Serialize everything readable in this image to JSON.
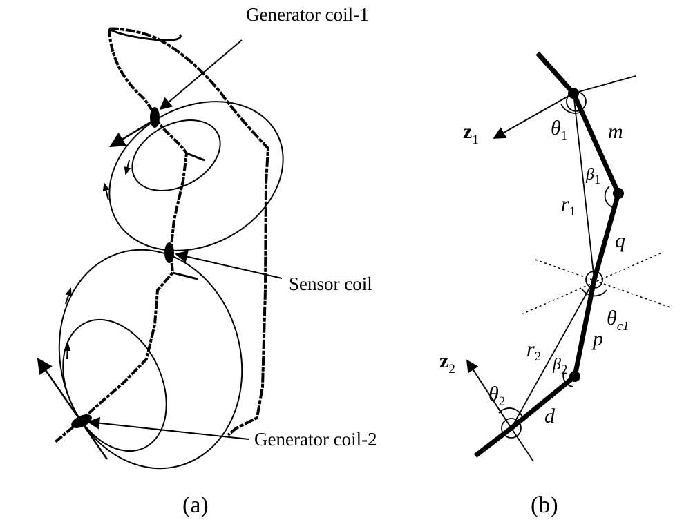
{
  "panel_a": {
    "caption": "(a)",
    "label_gen1": "Generator coil-1",
    "label_sensor": "Sensor coil",
    "label_gen2": "Generator coil-2"
  },
  "panel_b": {
    "caption": "(b)",
    "z1": "z",
    "z1_sub": "1",
    "z2": "z",
    "z2_sub": "2",
    "theta": "θ",
    "theta1_sub": "1",
    "theta2_sub": "2",
    "thetac_sub": "c1",
    "beta": "β",
    "beta1_sub": "1",
    "beta2_sub": "2",
    "r": "r",
    "r1_sub": "1",
    "r2_sub": "2",
    "m": "m",
    "q": "q",
    "p": "p",
    "d": "d"
  }
}
